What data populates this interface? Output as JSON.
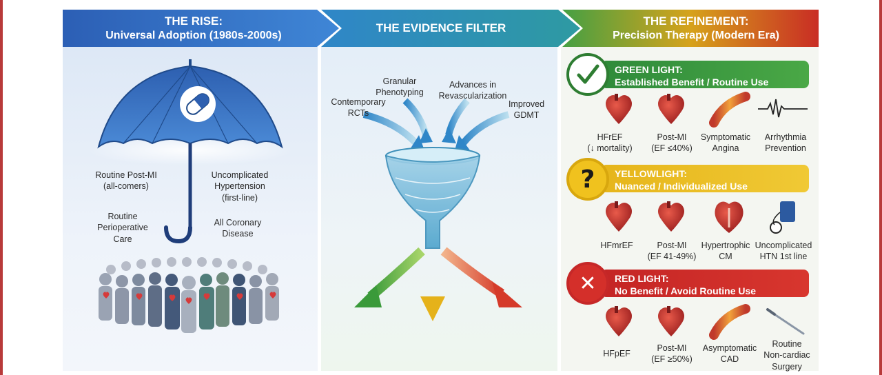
{
  "stages": [
    {
      "title": "THE RISE:",
      "subtitle": "Universal Adoption (1980s-2000s)",
      "color": "#2f6dbd"
    },
    {
      "title": "THE EVIDENCE FILTER",
      "color": "#2f8fb0"
    },
    {
      "title": "THE REFINEMENT:",
      "subtitle": "Precision Therapy (Modern Era)",
      "color": "#c0392b"
    }
  ],
  "rise": {
    "labels": {
      "post_mi": "Routine Post-MI\n(all-comers)",
      "htn": "Uncomplicated\nHypertension\n(first-line)",
      "periop": "Routine\nPerioperative\nCare",
      "coronary": "All Coronary\nDisease"
    }
  },
  "filter": {
    "inputs": {
      "granular": "Granular\nPhenotyping",
      "revasc": "Advances in\nRevascularization",
      "rcts": "Contemporary\nRCTs",
      "gdmt": "Improved\nGDMT"
    }
  },
  "refinement": {
    "green": {
      "title": "GREEN LIGHT:",
      "subtitle": "Established Benefit / Routine Use",
      "color": "#2e8a3a",
      "items": [
        {
          "label": "HFrEF\n(↓ mortality)",
          "icon": "heart-icon"
        },
        {
          "label": "Post-MI\n(EF ≤40%)",
          "icon": "heart-icon"
        },
        {
          "label": "Symptomatic\nAngina",
          "icon": "artery-icon"
        },
        {
          "label": "Arrhythmia\nPrevention",
          "icon": "ecg-icon"
        }
      ]
    },
    "yellow": {
      "title": "YELLOWLIGHT:",
      "subtitle": "Nuanced / Individualized Use",
      "color": "#e6b51a",
      "items": [
        {
          "label": "HFmrEF",
          "icon": "heart-icon"
        },
        {
          "label": "Post-MI\n(EF 41-49%)",
          "icon": "heart-icon"
        },
        {
          "label": "Hypertrophic\nCM",
          "icon": "hypertrophic-heart-icon"
        },
        {
          "label": "Uncomplicated\nHTN 1st line",
          "icon": "bp-cuff-icon"
        }
      ]
    },
    "red": {
      "title": "RED LIGHT:",
      "subtitle": "No Benefit / Avoid Routine Use",
      "color": "#c42525",
      "items": [
        {
          "label": "HFpEF",
          "icon": "heart-icon"
        },
        {
          "label": "Post-MI\n(EF ≥50%)",
          "icon": "heart-icon"
        },
        {
          "label": "Asymptomatic\nCAD",
          "icon": "artery-icon"
        },
        {
          "label": "Routine\nNon-cardiac\nSurgery",
          "icon": "scalpel-icon"
        }
      ]
    }
  }
}
